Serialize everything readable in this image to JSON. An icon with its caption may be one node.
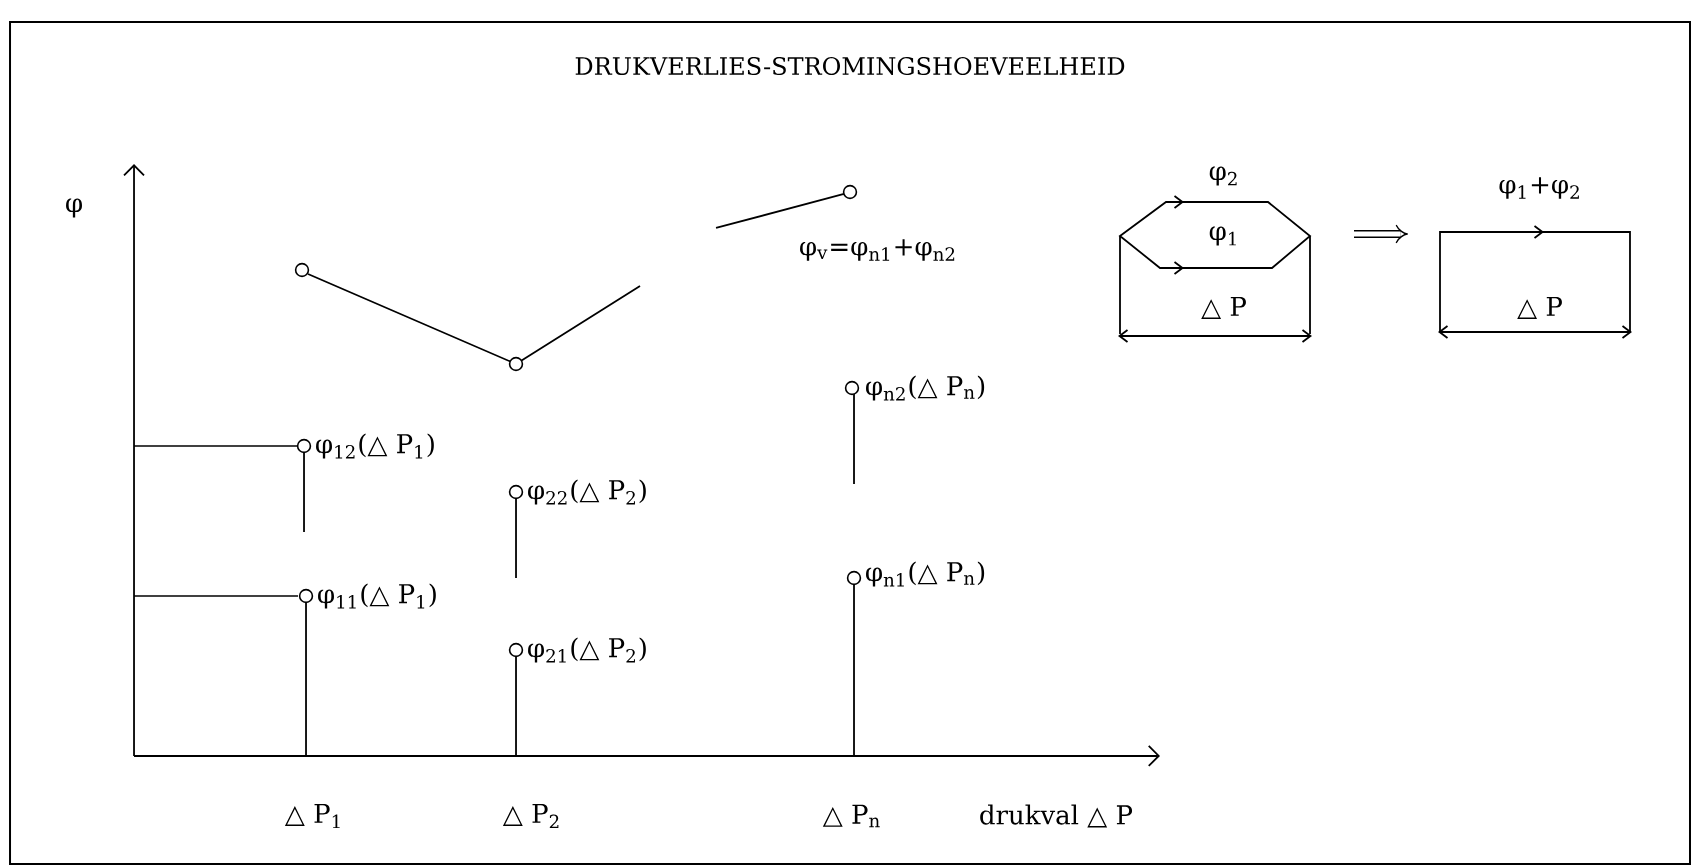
{
  "diagram": {
    "title": "DRUKVERLIES-STROMINGSHOEVEELHEID",
    "labels": [
      "φ",
      "φ$_{2}$",
      "φ$_{v}$=φ$_{n1}$+φ$_{n2}$",
      "φ$_{1}$+φ$_{2}$",
      "φ$_{1}$",
      "△ P",
      "△ P",
      "φ$_{n2}$(△ P$_{n}$)",
      "φ$_{12}$(△ P$_{1}$)",
      "φ$_{22}$(△ P$_{2}$)",
      "φ$_{n1}$(△ P$_{n}$)",
      "φ$_{11}$(△ P$_{1}$)",
      "φ$_{21}$(△ P$_{2}$)",
      "△ P$_{1}$",
      "△ P$_{2}$",
      "△ P$_{n}$",
      "drukval △ P"
    ]
  }
}
